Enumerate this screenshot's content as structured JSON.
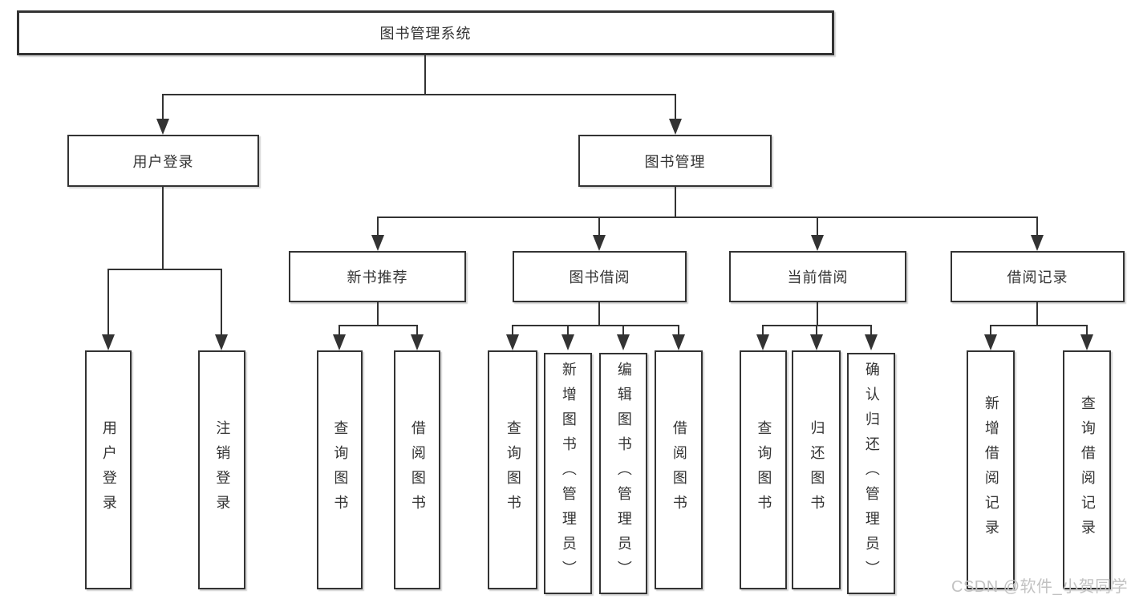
{
  "tree": {
    "root": {
      "label": "图书管理系统",
      "children": [
        {
          "label": "用户登录",
          "children": [
            {
              "label": "用户登录"
            },
            {
              "label": "注销登录"
            }
          ]
        },
        {
          "label": "图书管理",
          "children": [
            {
              "label": "新书推荐",
              "children": [
                {
                  "label": "查询图书"
                },
                {
                  "label": "借阅图书"
                }
              ]
            },
            {
              "label": "图书借阅",
              "children": [
                {
                  "label": "查询图书"
                },
                {
                  "label": "新增图书（管理员）"
                },
                {
                  "label": "编辑图书（管理员）"
                },
                {
                  "label": "借阅图书"
                }
              ]
            },
            {
              "label": "当前借阅",
              "children": [
                {
                  "label": "查询图书"
                },
                {
                  "label": "归还图书"
                },
                {
                  "label": "确认归还（管理员）"
                }
              ]
            },
            {
              "label": "借阅记录",
              "children": [
                {
                  "label": "新增借阅记录"
                },
                {
                  "label": "查询借阅记录"
                }
              ]
            }
          ]
        }
      ]
    }
  },
  "watermark": {
    "text": "CSDN @软件_小贺同学",
    "color": "#c2c2c2"
  },
  "colors": {
    "line": "#333333",
    "box_border": "#333333",
    "text": "#333333",
    "background": "#ffffff"
  }
}
